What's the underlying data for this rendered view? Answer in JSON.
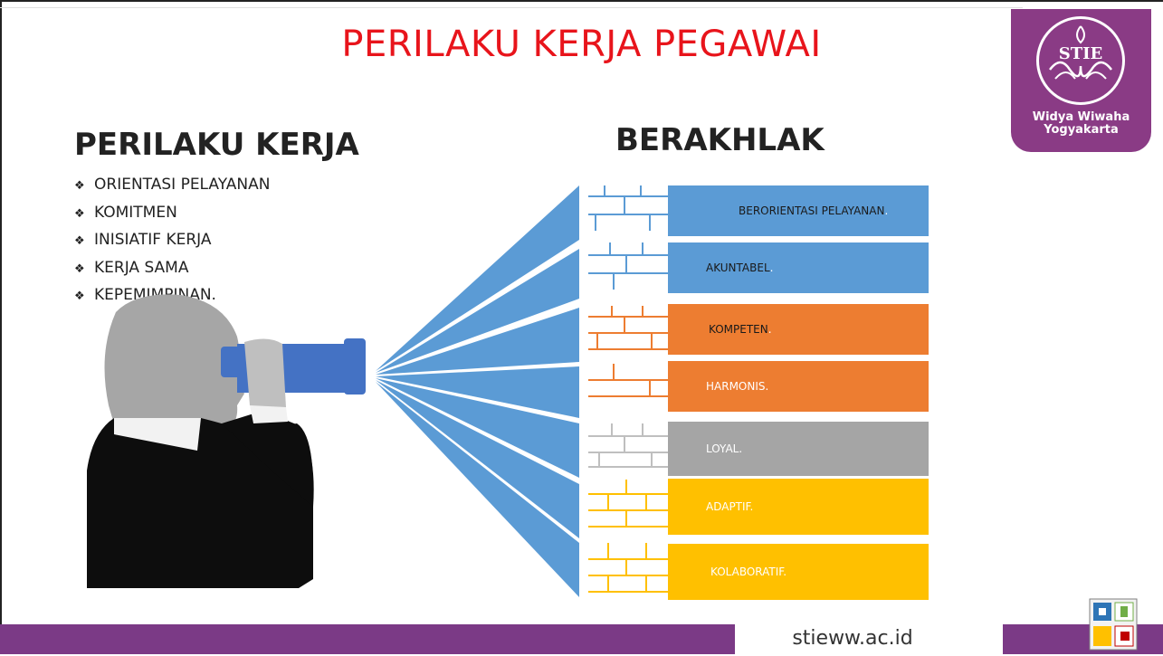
{
  "slide": {
    "title": "PERILAKU KERJA PEGAWAI",
    "logo": {
      "mark": "STIE",
      "line1": "Widya Wiwaha",
      "line2": "Yogyakarta"
    },
    "left": {
      "heading": "PERILAKU KERJA",
      "bullet_icon": "diamond-bullet-icon",
      "items": [
        "ORIENTASI PELAYANAN",
        "KOMITMEN",
        "INISIATIF KERJA",
        "KERJA SAMA",
        "KEPEMIMPINAN."
      ]
    },
    "right": {
      "heading": "BERAKHLAK",
      "values": [
        {
          "label": "BERORIENTASI PELAYANAN",
          "color": "#5b9bd5"
        },
        {
          "label": "AKUNTABEL",
          "color": "#5b9bd5"
        },
        {
          "label": "KOMPETEN",
          "color": "#ed7d31"
        },
        {
          "label": "HARMONIS.",
          "color": "#ed7d31"
        },
        {
          "label": "LOYAL.",
          "color": "#a5a5a5"
        },
        {
          "label": "ADAPTIF.",
          "color": "#ffc000"
        },
        {
          "label": "KOLABORATIF.",
          "color": "#ffc000"
        }
      ]
    },
    "footer": {
      "url": "stieww.ac.id",
      "color": "#7b3a86"
    },
    "colors": {
      "title": "#e8141b",
      "binocular": "#4472c4",
      "beam": "#5b9bd5"
    },
    "icons": [
      "person-binocular-icon",
      "brick-wall-icon",
      "qr-code-icon"
    ]
  }
}
